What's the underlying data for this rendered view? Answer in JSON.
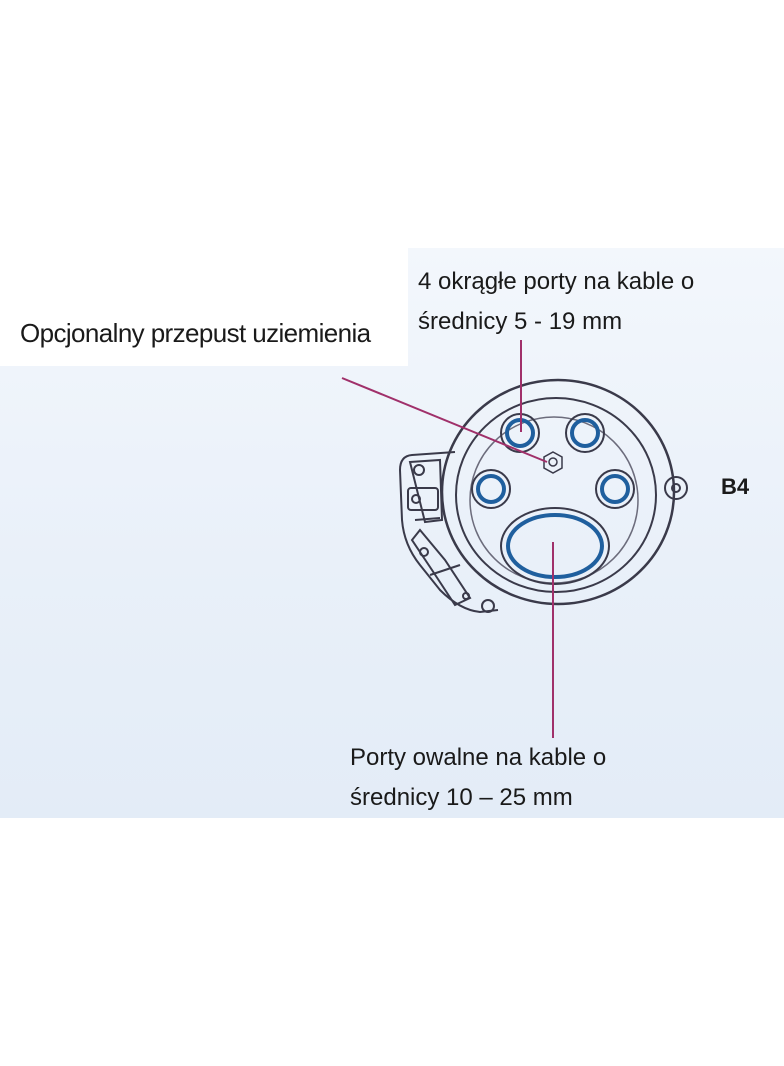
{
  "labels": {
    "grounding_passthrough": "Opcjonalny przepust uziemienia",
    "round_ports_line1": "4 okrągłe porty na kable o",
    "round_ports_line2": "średnicy 5 - 19 mm",
    "oval_ports_line1": "Porty owalne na kable o",
    "oval_ports_line2": "średnicy 10 – 25 mm",
    "model": "B4"
  },
  "colors": {
    "leader_line": "#a0306a",
    "drawing_stroke": "#3a3a4a",
    "port_ring": "#1f5f9e",
    "background_panel": "#e9f0f9"
  }
}
